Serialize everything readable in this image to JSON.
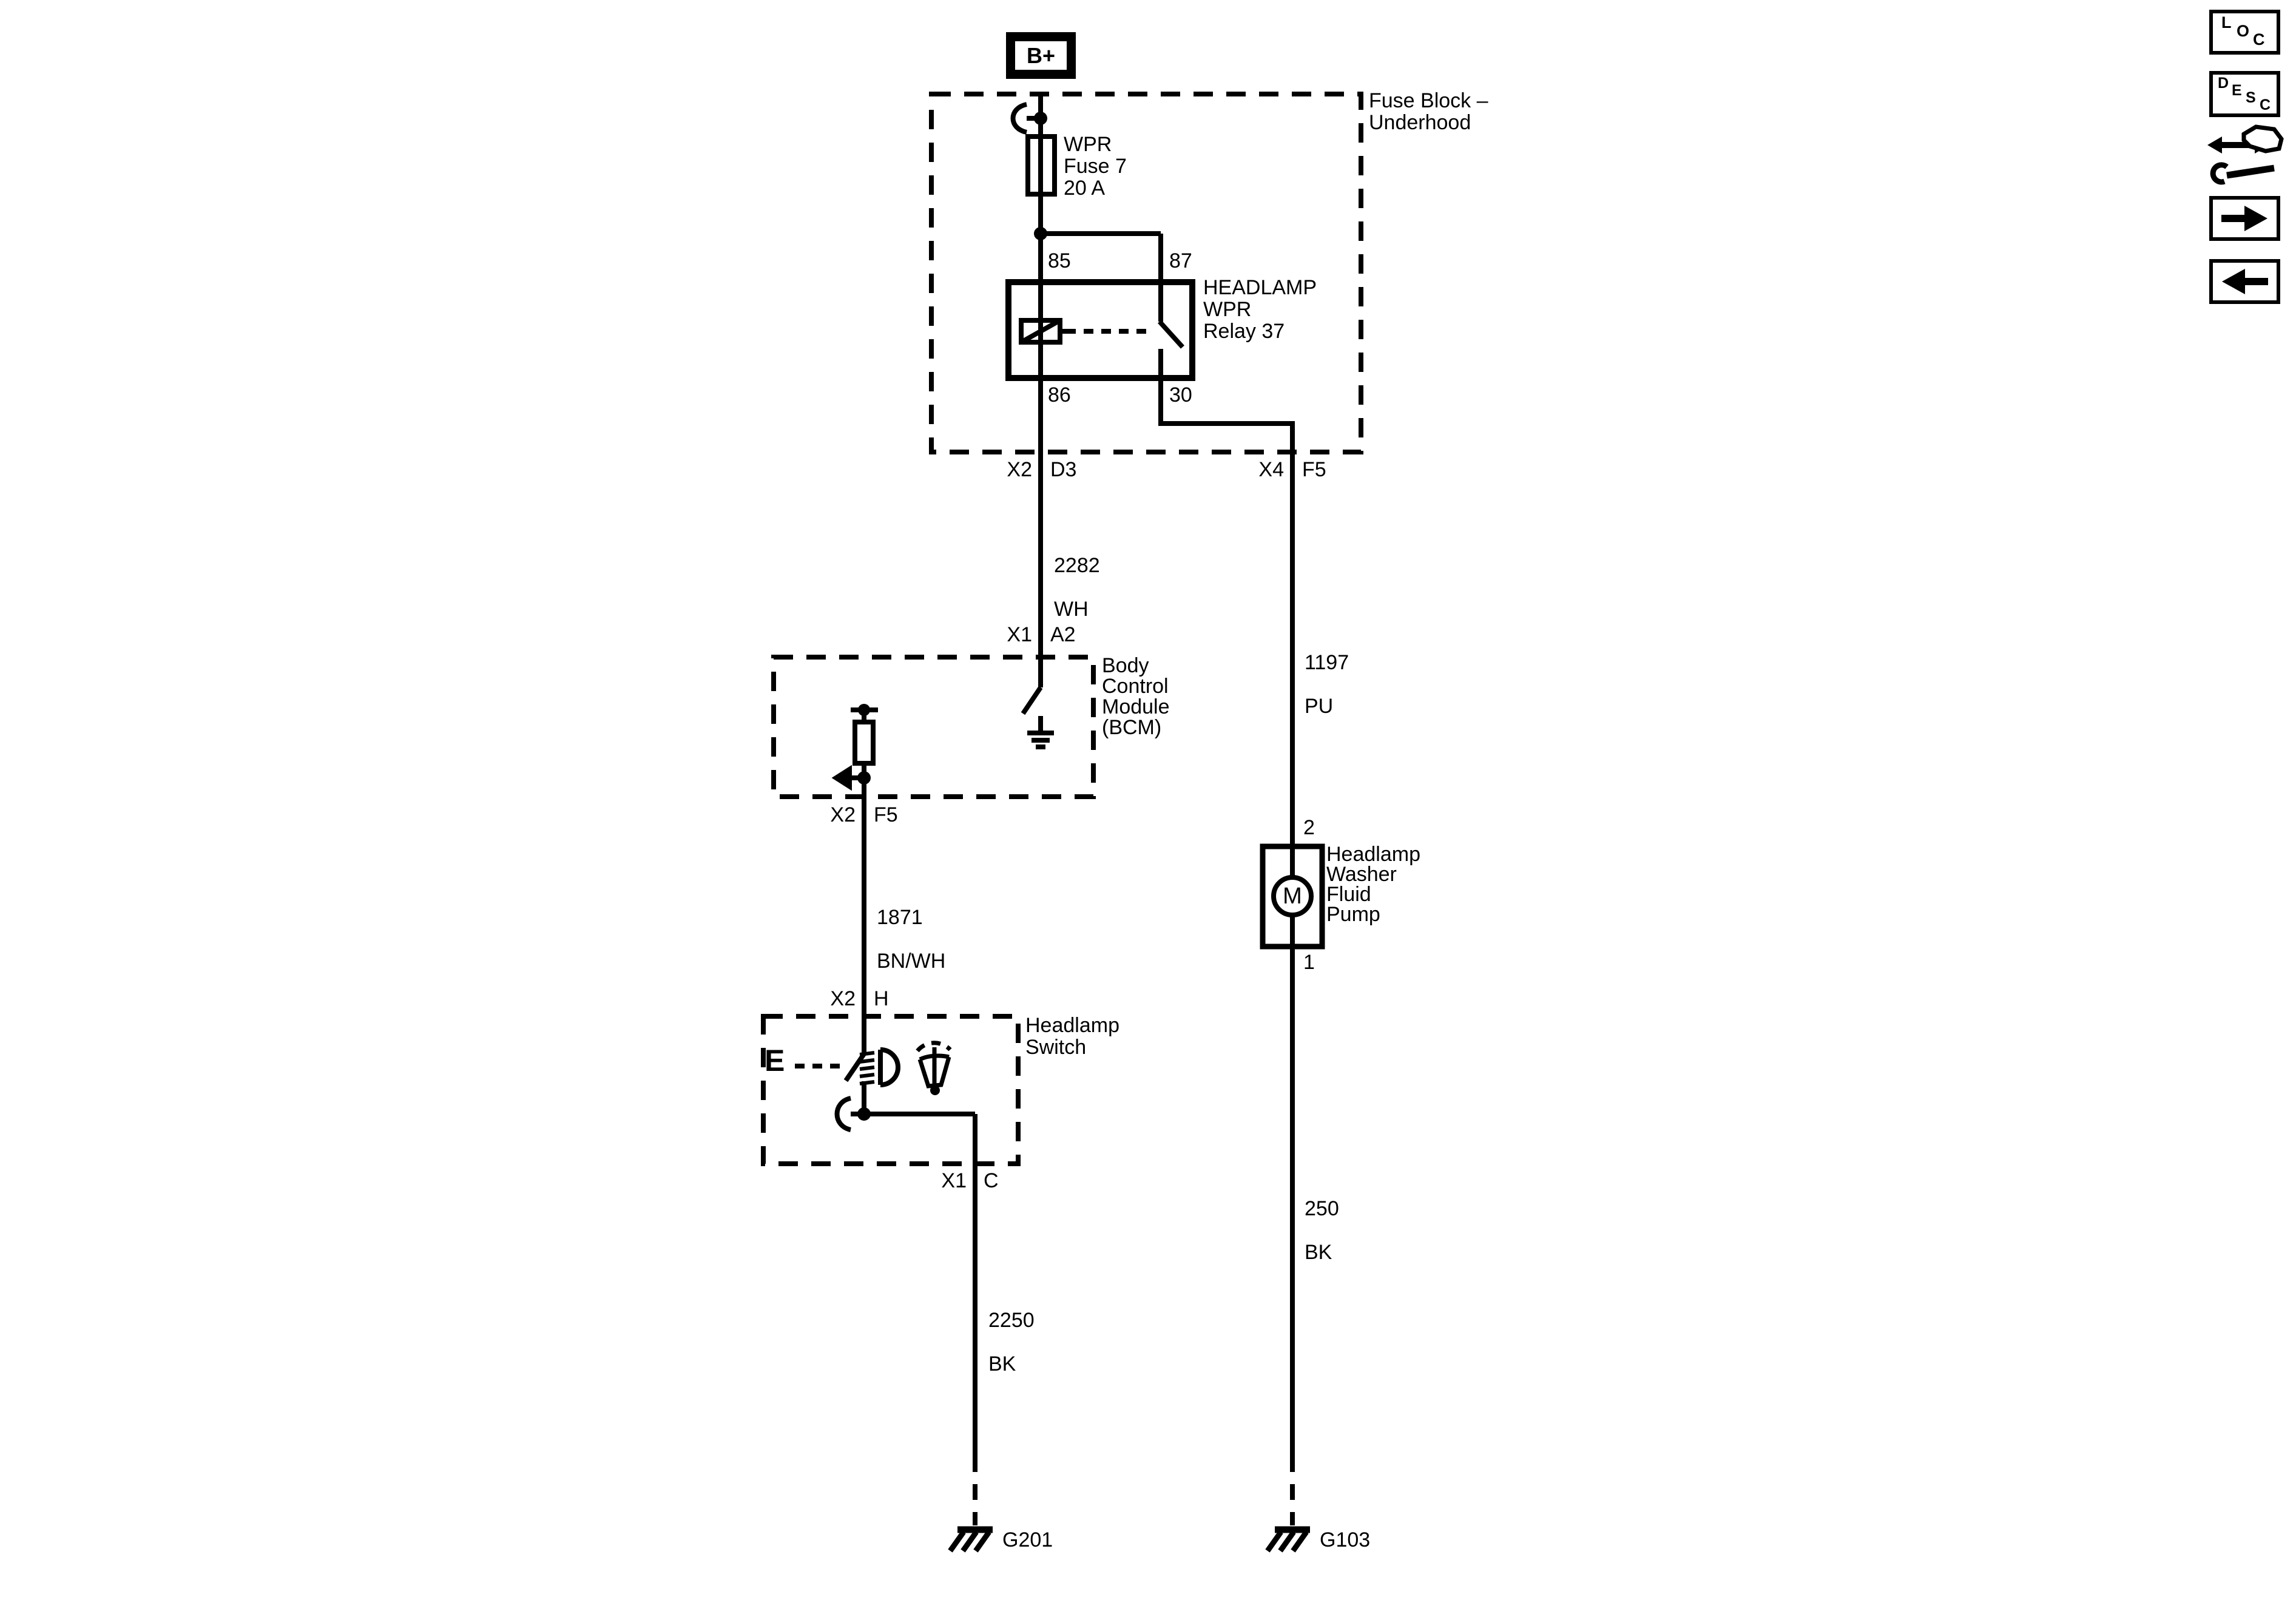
{
  "power_feed": {
    "label": "B+"
  },
  "fuse_block": {
    "name": "Fuse Block –\nUnderhood",
    "fuse": {
      "name": "WPR\nFuse 7\n20 A"
    },
    "relay": {
      "name": "HEADLAMP\nWPR\nRelay 37",
      "pins": {
        "p85": "85",
        "p87": "87",
        "p86": "86",
        "p30": "30"
      }
    }
  },
  "connectors": {
    "x2_d3": {
      "conn": "X2",
      "pin": "D3"
    },
    "x4_f5": {
      "conn": "X4",
      "pin": "F5"
    },
    "x1_a2": {
      "conn": "X1",
      "pin": "A2"
    },
    "x2_f5": {
      "conn": "X2",
      "pin": "F5"
    },
    "x2_h": {
      "conn": "X2",
      "pin": "H"
    },
    "x1_c": {
      "conn": "X1",
      "pin": "C"
    }
  },
  "wires": {
    "w2282": {
      "circuit": "2282",
      "color": "WH"
    },
    "w1197": {
      "circuit": "1197",
      "color": "PU"
    },
    "w1871": {
      "circuit": "1871",
      "color": "BN/WH"
    },
    "w2250": {
      "circuit": "2250",
      "color": "BK"
    },
    "w250": {
      "circuit": "250",
      "color": "BK"
    }
  },
  "bcm": {
    "name": "Body\nControl\nModule\n(BCM)"
  },
  "headlamp_switch": {
    "name": "Headlamp\nSwitch",
    "e_label": "E"
  },
  "pump": {
    "name": "Headlamp\nWasher\nFluid\nPump",
    "pin_top": "2",
    "pin_bottom": "1",
    "motor": "M"
  },
  "grounds": {
    "g201": "G201",
    "g103": "G103"
  },
  "toolbar": {
    "loc": [
      "L",
      "O",
      "C"
    ],
    "desc": [
      "D",
      "E",
      "S",
      "C"
    ]
  }
}
